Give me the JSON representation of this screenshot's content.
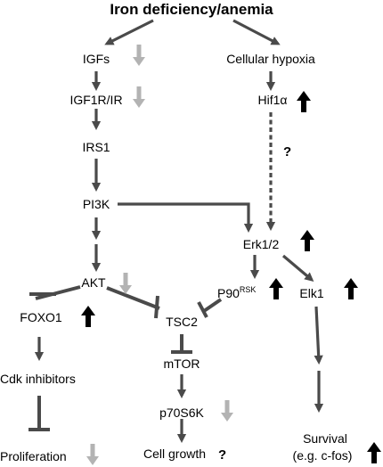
{
  "title": "Iron deficiency/anemia",
  "nodes": {
    "igfs": "IGFs",
    "cellular_hypoxia": "Cellular hypoxia",
    "igf1r_ir": "IGF1R/IR",
    "hif1a": "Hif1α",
    "irs1": "IRS1",
    "pi3k": "PI3K",
    "erk12": "Erk1/2",
    "akt": "AKT",
    "p90_base": "P90",
    "p90_sup": "RSK",
    "elk1": "Elk1",
    "foxo1": "FOXO1",
    "tsc2": "TSC2",
    "mtor": "mTOR",
    "cdk_inhibitors": "Cdk inhibitors",
    "p70s6k": "p70S6K",
    "proliferation": "Proliferation",
    "cell_growth": "Cell growth",
    "survival_line1": "Survival",
    "survival_line2": "(e.g. c-fos)"
  },
  "question_marks": {
    "hif_to_erk": "?",
    "cell_growth": "?"
  },
  "indicators": {
    "igfs": "down",
    "igf1r_ir": "down",
    "hif1a": "up",
    "erk12": "up",
    "akt": "down",
    "p90rsk": "up",
    "elk1": "up",
    "foxo1": "up",
    "p70s6k": "down",
    "proliferation": "down",
    "survival": "up"
  },
  "colors": {
    "edge": "#4a4a4a",
    "increase_arrow": "#000000",
    "decrease_arrow": "#b3b3b3",
    "text": "#000000"
  }
}
